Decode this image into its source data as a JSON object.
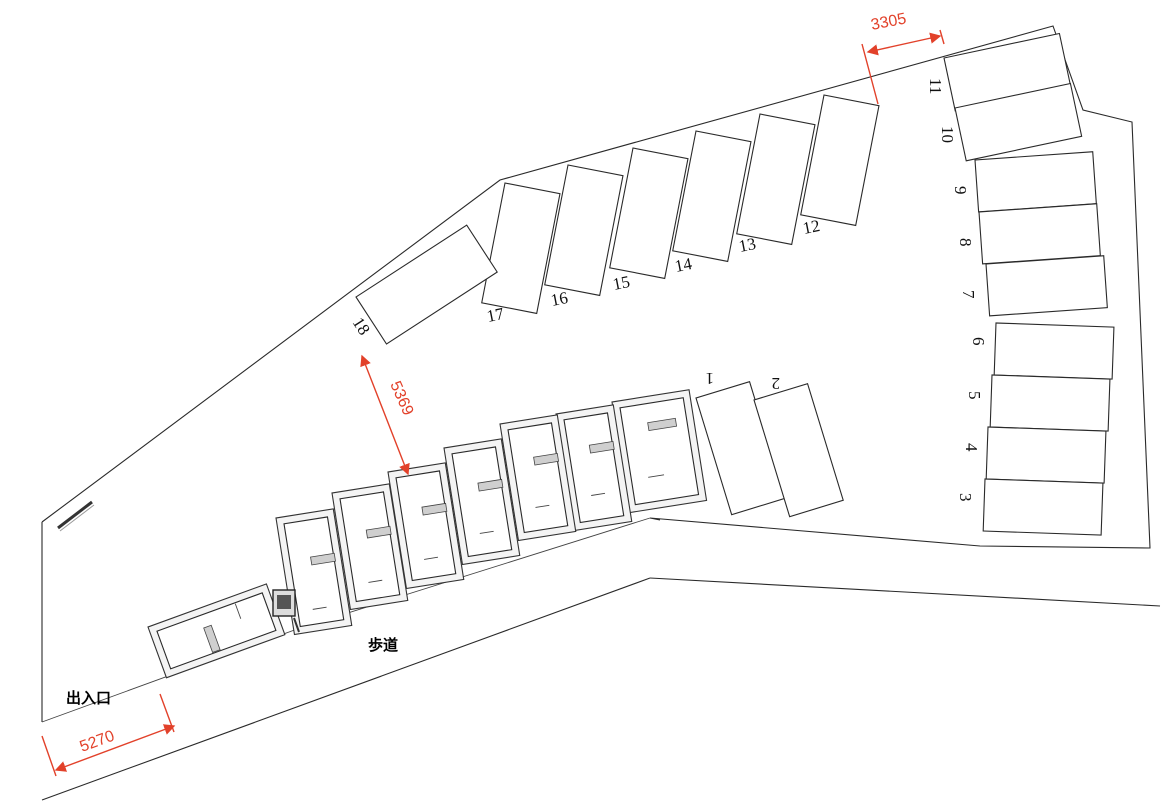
{
  "labels": {
    "sidewalk": "歩道",
    "entrance": "出入口"
  },
  "dimensions": {
    "top_gap": "3305",
    "aisle_width": "5369",
    "entrance_width": "5270"
  },
  "spaces": {
    "s1": "1",
    "s2": "2",
    "s3": "3",
    "s4": "4",
    "s5": "5",
    "s6": "6",
    "s7": "7",
    "s8": "8",
    "s9": "9",
    "s10": "10",
    "s11": "11",
    "s12": "12",
    "s13": "13",
    "s14": "14",
    "s15": "15",
    "s16": "16",
    "s17": "17",
    "s18": "18"
  },
  "colors": {
    "dimension": "#e2412a",
    "outline": "#2a2a2a"
  }
}
